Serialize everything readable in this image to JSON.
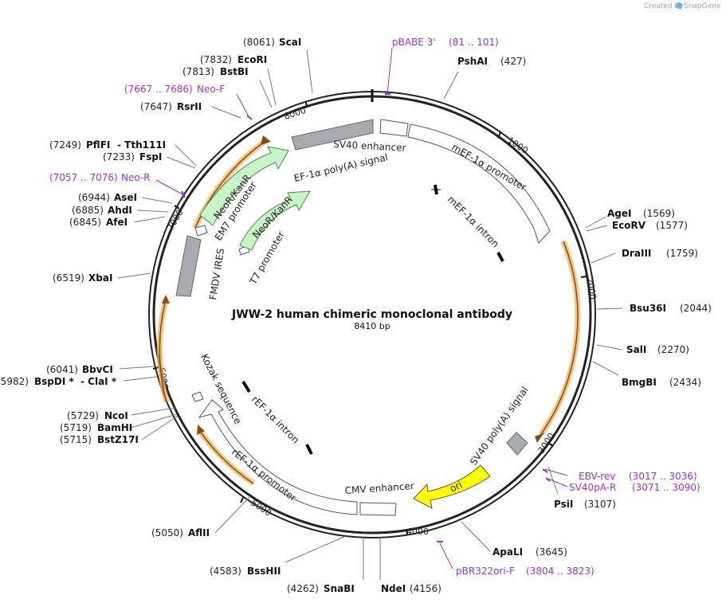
{
  "credit": {
    "prefix": "Created by",
    "brand": "SnapGene"
  },
  "plasmid": {
    "name": "JWW-2 human chimeric monoclonal antibody",
    "size_label": "8410 bp",
    "length": 8410
  },
  "colors": {
    "primer": "#9b30d9",
    "orf": "#f2b35a",
    "neo": "#c8f5c8",
    "ori": "#ffff00",
    "promoter": "#ffffff",
    "gray_feature": "#a7abb0",
    "backbone": "#222222"
  },
  "ticks": [
    "1000",
    "2000",
    "3000",
    "4000",
    "5000",
    "6000",
    "7000",
    "8000"
  ],
  "features": {
    "sv40_enhancer": "SV40 enhancer",
    "mef_promoter": "mEF-1α promoter",
    "mef_intron": "mEF-1α intron",
    "ef_polya": "EF-1α poly(A) signal",
    "neokanr": "NeoR/KanR",
    "em7": "EM7 promoter",
    "t7": "T7 promoter",
    "fmdv": "FMDV IRES",
    "kozak": "Kozak sequence",
    "ref_intron": "rEF-1α intron",
    "ref_promoter": "rEF-1α promoter",
    "cmv": "CMV enhancer",
    "ori": "ori",
    "sv40_polya": "SV40 poly(A) signal"
  },
  "sites": [
    {
      "pos": "(8061)",
      "name": "ScaI"
    },
    {
      "pos": "(427)",
      "name": "PshAI"
    },
    {
      "pos": "(7832)",
      "name": "EcoRI"
    },
    {
      "pos": "(7813)",
      "name": "BstBI"
    },
    {
      "pos": "(7647)",
      "name": "RsrII"
    },
    {
      "pos": "(7249)",
      "name": "PflFI",
      "extra": "- Tth111I"
    },
    {
      "pos": "(7233)",
      "name": "FspI"
    },
    {
      "pos": "(6944)",
      "name": "AseI"
    },
    {
      "pos": "(6885)",
      "name": "AhdI"
    },
    {
      "pos": "(6845)",
      "name": "AfeI"
    },
    {
      "pos": "(6519)",
      "name": "XbaI"
    },
    {
      "pos": "(6041)",
      "name": "BbvCI"
    },
    {
      "pos": "(5982)",
      "name": "BspDI *",
      "extra": "- ClaI *"
    },
    {
      "pos": "(5729)",
      "name": "NcoI"
    },
    {
      "pos": "(5719)",
      "name": "BamHI"
    },
    {
      "pos": "(5715)",
      "name": "BstZ17I"
    },
    {
      "pos": "(5050)",
      "name": "AflII"
    },
    {
      "pos": "(4583)",
      "name": "BssHII"
    },
    {
      "pos": "(4262)",
      "name": "SnaBI"
    },
    {
      "pos": "(4156)",
      "name": "NdeI"
    },
    {
      "pos": "(3645)",
      "name": "ApaLI"
    },
    {
      "pos": "(3107)",
      "name": "PsiI"
    },
    {
      "pos": "(2434)",
      "name": "BmgBI"
    },
    {
      "pos": "(2270)",
      "name": "SalI"
    },
    {
      "pos": "(2044)",
      "name": "Bsu36I"
    },
    {
      "pos": "(1759)",
      "name": "DraIII"
    },
    {
      "pos": "(1569)",
      "name": "AgeI"
    },
    {
      "pos": "(1577)",
      "name": "EcoRV"
    }
  ],
  "primers": [
    {
      "name": "pBABE 3'",
      "range": "(81 .. 101)"
    },
    {
      "name": "Neo-F",
      "range": "(7667 .. 7686)"
    },
    {
      "name": "Neo-R",
      "range": "(7057 .. 7076)"
    },
    {
      "name": "EBV-rev",
      "range": "(3017 .. 3036)"
    },
    {
      "name": "SV40pA-R",
      "range": "(3071 .. 3090)"
    },
    {
      "name": "pBR322ori-F",
      "range": "(3804 .. 3823)"
    }
  ]
}
